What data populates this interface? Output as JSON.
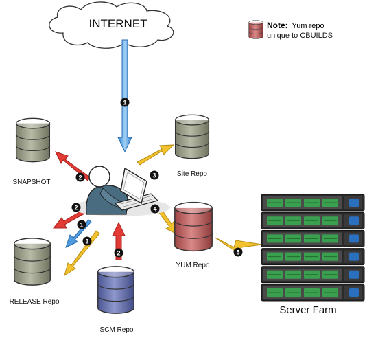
{
  "internet_label": "INTERNET",
  "note": {
    "bold": "Note:",
    "line1": "Yum repo",
    "line2": "unique to CBUILDS"
  },
  "nodes": {
    "snapshot": "SNAPSHOT",
    "site_repo": "Site Repo",
    "yum_repo": "YUM Repo",
    "release_repo": "RELEASE Repo",
    "scm_repo": "SCM Repo",
    "server_farm": "Server Farm"
  },
  "steps": {
    "internet": "1",
    "snapshot": "2",
    "site": "3",
    "yum": "4",
    "farm": "5",
    "release_deploy": "2",
    "release_fetch": "1",
    "release_site": "3",
    "scm": "2"
  },
  "colors": {
    "gray_db": "#a7ab98",
    "red_db": "#c96a6a",
    "blue_db": "#6d78b4",
    "arrow_red": "#e23b36",
    "arrow_blue": "#4e9bdf",
    "arrow_yellow": "#f2c12e",
    "server_led": "#3aa050",
    "server_accent": "#2b6fbf"
  }
}
